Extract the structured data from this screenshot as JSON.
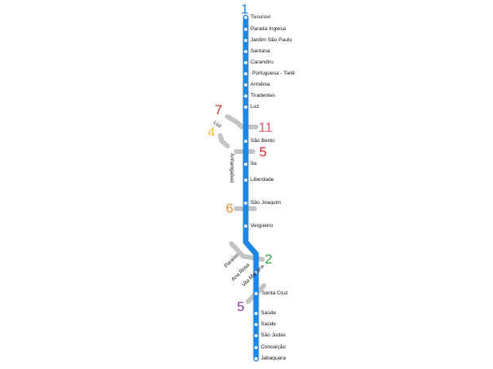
{
  "line": {
    "number": "1",
    "color": "#1e87e5"
  },
  "stations": [
    "Tucuruvi",
    "Parada Inglesa",
    "Jardim São Paulo",
    "Santana",
    "Carandiru",
    "Portuguesa - Tietê",
    "Armênia",
    "Tiradentes",
    "Luz",
    "São Bento",
    "Sé",
    "Liberdade",
    "São Joaquim",
    "Vergueiro",
    "Santa Cruz",
    "Saúde",
    "Saúde",
    "São Judas",
    "Conceição",
    "Jabaquara"
  ],
  "side_stations": {
    "luz": "Luz",
    "anhangabau": "Anhangabaú",
    "paraiso": "Paraíso",
    "ana_rosa": "Ana Rosa",
    "vila_mariana": "Vila Mariana"
  },
  "connections": [
    {
      "number": "7",
      "color": "#c0392b"
    },
    {
      "number": "11",
      "color": "#e8616b"
    },
    {
      "number": "4",
      "color": "#f2c12e"
    },
    {
      "number": "5",
      "color": "#e0201b"
    },
    {
      "number": "6",
      "color": "#e8912c"
    },
    {
      "number": "2",
      "color": "#27a844"
    },
    {
      "number": "5",
      "color": "#9b2fae"
    }
  ],
  "colors": {
    "transfer_gray": "#c4c4c4",
    "station_dot": "#ffffff"
  }
}
